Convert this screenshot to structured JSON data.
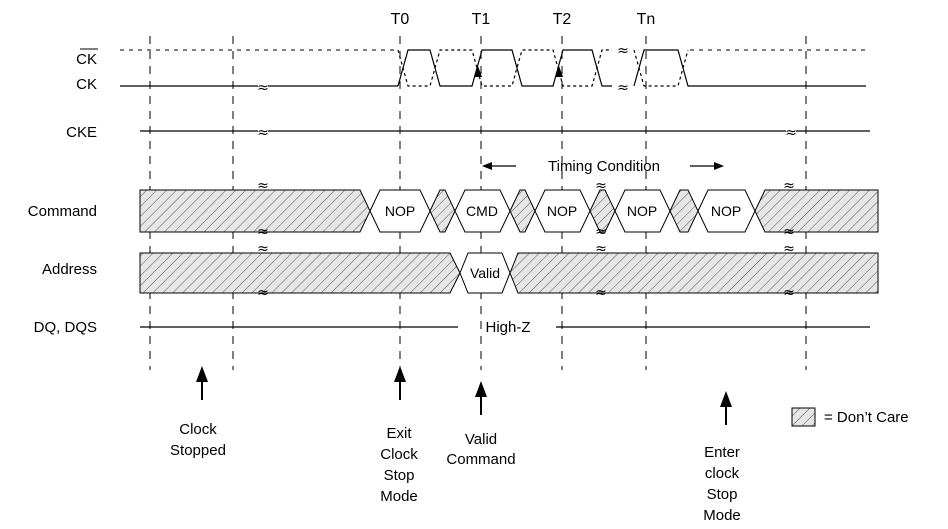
{
  "signals": {
    "ck_bar": "CK",
    "ck": "CK",
    "cke": "CKE",
    "command": "Command",
    "address": "Address",
    "dq": "DQ, DQS"
  },
  "ticks": {
    "t0": "T0",
    "t1": "T1",
    "t2": "T2",
    "tn": "Tn"
  },
  "bus": {
    "nop1": "NOP",
    "cmd": "CMD",
    "nop2": "NOP",
    "nop3": "NOP",
    "nop4": "NOP",
    "valid": "Valid",
    "high_z": "High-Z"
  },
  "timing_condition": "Timing Condition",
  "annotations": {
    "clock_stopped": [
      "Clock",
      "Stopped"
    ],
    "exit_stop": [
      "Exit",
      "Clock",
      "Stop",
      "Mode"
    ],
    "valid_command": [
      "Valid",
      "Command"
    ],
    "enter_stop": [
      "Enter",
      "clock",
      "Stop",
      "Mode"
    ]
  },
  "legend": {
    "text": "= Don’t Care"
  }
}
